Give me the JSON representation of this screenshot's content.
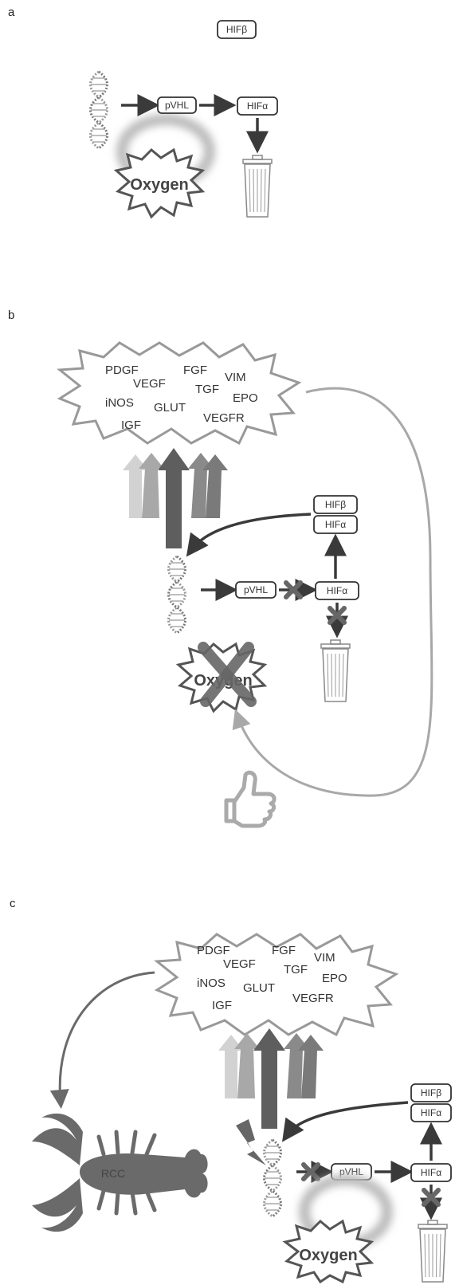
{
  "panels": [
    {
      "label": "a"
    },
    {
      "label": "b"
    },
    {
      "label": "c"
    }
  ],
  "proteins": {
    "hif_beta": "HIFβ",
    "hif_alpha": "HIFα",
    "pvhl": "pVHL"
  },
  "oxygen_label": "Oxygen",
  "growth_factors": [
    "PDGF",
    "VEGF",
    "FGF",
    "VIM",
    "iNOS",
    "TGF",
    "EPO",
    "GLUT",
    "IGF",
    "VEGFR"
  ],
  "tumor_label": "RCC",
  "colors": {
    "dark": "#444444",
    "mid": "#666666",
    "light": "#9a9a9a",
    "pale": "#cfcfcf"
  },
  "icons": [
    "dna-helix-icon",
    "trash-bin-icon",
    "thumbs-up-icon",
    "lightning-bolt-icon",
    "lobster-icon",
    "x-block-icon",
    "oxygen-burst-icon",
    "growth-factor-burst-icon"
  ]
}
